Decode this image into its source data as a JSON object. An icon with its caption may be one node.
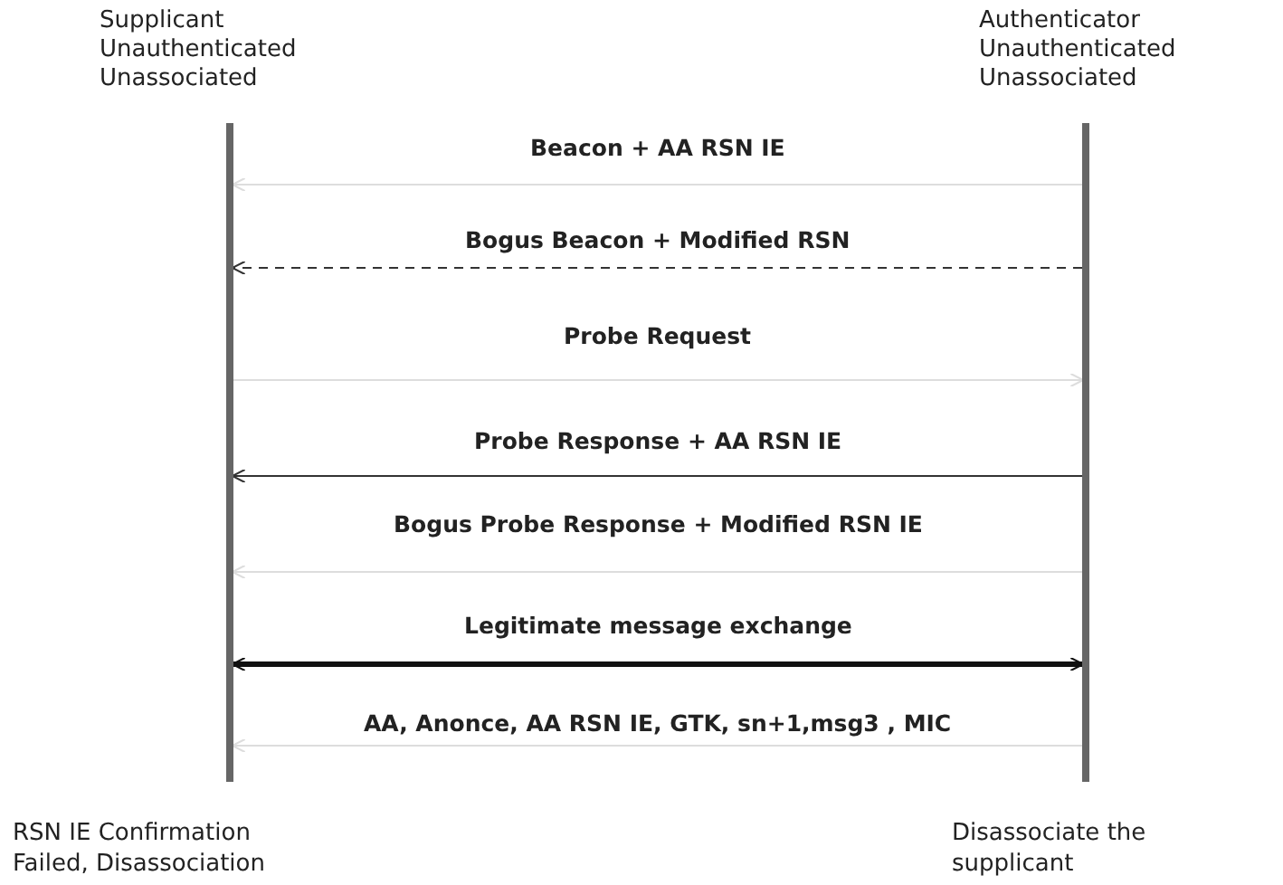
{
  "diagram": {
    "nodes": [
      {
        "text": [
          "Supplicant Unauthenticated Unassociated"
        ],
        "beside": [
          "RSN IE Confirmation Failed, Disassociation"
        ]
      },
      {
        "text": [
          "Authenticator Unauthenticated Unassociated"
        ],
        "beside": [
          "Disassociate the supplicant"
        ]
      }
    ],
    "edges": [
      {
        "from": 1,
        "to": 0,
        "arrow": "to",
        "label": "Beacon + AA RSN IE",
        "color": "#dddddd"
      },
      {
        "from": 1,
        "to": 0,
        "arrow": "to",
        "label": "Bogus Beacon + Modified RSN",
        "style": "dashed",
        "color": "#333333"
      },
      {
        "from": 0,
        "to": 1,
        "arrow": "to",
        "label": "Probe Request",
        "color": "#dddddd"
      },
      {
        "from": 1,
        "to": 0,
        "arrow": "to",
        "label": "Probe Response + AA RSN IE",
        "color": "#333333"
      },
      {
        "from": 1,
        "to": 0,
        "arrow": "to",
        "label": "Bogus Probe Response + Modified RSN IE",
        "color": "#dddddd"
      },
      {
        "from": 0,
        "to": 1,
        "arrow": "both",
        "label": "Legitimate message exchange",
        "style": "thick",
        "color": "#111111"
      },
      {
        "from": 1,
        "to": 0,
        "arrow": "to",
        "label": "AA, Anonce, AA RSN IE, GTK, sn+1,msg3 , MIC",
        "color": "#dddddd"
      }
    ]
  }
}
